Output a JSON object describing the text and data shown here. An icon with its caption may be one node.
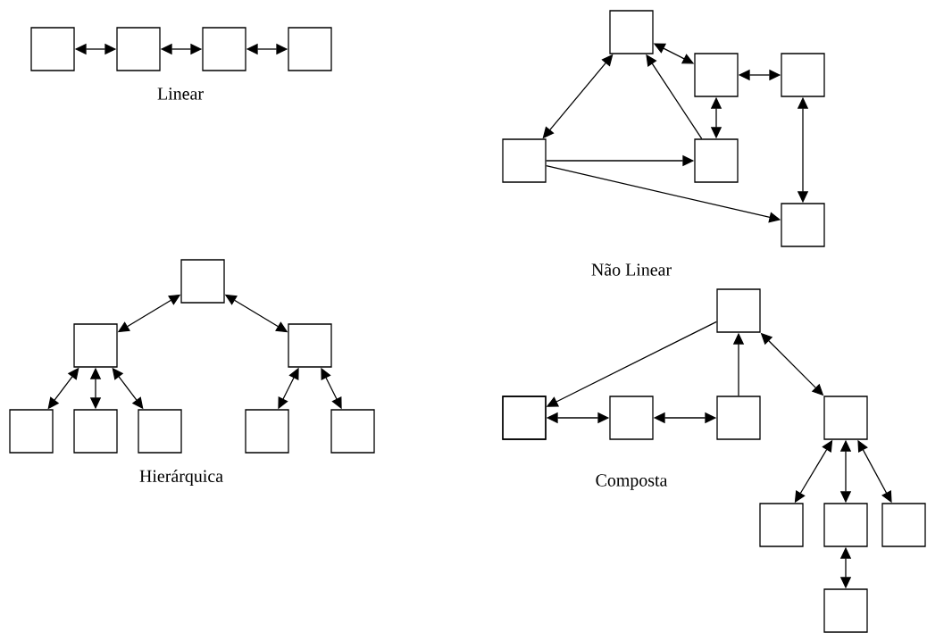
{
  "diagram": {
    "nodes": [
      {
        "text": [],
        "shape": "box"
      },
      {
        "text": [],
        "shape": "box"
      },
      {
        "text": [],
        "shape": "box"
      },
      {
        "text": [],
        "shape": "box"
      },
      {
        "text": [],
        "shape": "box"
      },
      {
        "text": [],
        "shape": "box"
      },
      {
        "text": [],
        "shape": "box"
      },
      {
        "text": [],
        "shape": "box"
      },
      {
        "text": [],
        "shape": "box"
      },
      {
        "text": [],
        "shape": "box"
      },
      {
        "text": [],
        "shape": "box"
      },
      {
        "text": [],
        "shape": "box"
      },
      {
        "text": [],
        "shape": "box"
      },
      {
        "text": [],
        "shape": "box"
      },
      {
        "text": [],
        "shape": "box"
      },
      {
        "text": [],
        "shape": "box"
      },
      {
        "text": [],
        "shape": "box"
      },
      {
        "text": [],
        "shape": "box"
      },
      {
        "text": [],
        "shape": "box"
      },
      {
        "text": [],
        "shape": "box"
      },
      {
        "text": [],
        "shape": "box"
      },
      {
        "text": [],
        "shape": "box"
      },
      {
        "text": [],
        "shape": "box"
      },
      {
        "text": [],
        "shape": "box"
      },
      {
        "text": [],
        "shape": "box"
      },
      {
        "text": [],
        "shape": "box"
      },
      {
        "text": [],
        "shape": "box"
      },
      {
        "text": [],
        "shape": "box"
      }
    ],
    "edges": [
      {
        "from": 0,
        "to": 1,
        "arrow": "both"
      },
      {
        "from": 1,
        "to": 2,
        "arrow": "both"
      },
      {
        "from": 2,
        "to": 3,
        "arrow": "both"
      },
      {
        "from": 4,
        "to": 7,
        "arrow": "both"
      },
      {
        "from": 8,
        "to": 4,
        "arrow": "to"
      },
      {
        "from": 4,
        "to": 5,
        "arrow": "both"
      },
      {
        "from": 5,
        "to": 6,
        "arrow": "both"
      },
      {
        "from": 5,
        "to": 8,
        "arrow": "both"
      },
      {
        "from": 6,
        "to": 9,
        "arrow": "both"
      },
      {
        "from": 7,
        "to": 8,
        "arrow": "to"
      },
      {
        "from": 7,
        "to": 9,
        "arrow": "to"
      },
      {
        "from": 10,
        "to": 11,
        "arrow": "both"
      },
      {
        "from": 10,
        "to": 12,
        "arrow": "both"
      },
      {
        "from": 11,
        "to": 13,
        "arrow": "both"
      },
      {
        "from": 11,
        "to": 14,
        "arrow": "both"
      },
      {
        "from": 11,
        "to": 15,
        "arrow": "both"
      },
      {
        "from": 12,
        "to": 16,
        "arrow": "both"
      },
      {
        "from": 12,
        "to": 17,
        "arrow": "both"
      },
      {
        "from": 18,
        "to": 19,
        "arrow": "to"
      },
      {
        "from": 19,
        "to": 20,
        "arrow": "both"
      },
      {
        "from": 20,
        "to": 21,
        "arrow": "both"
      },
      {
        "from": 21,
        "to": 18,
        "arrow": "to"
      },
      {
        "from": 18,
        "to": 22,
        "arrow": "both"
      },
      {
        "from": 22,
        "to": 23,
        "arrow": "both"
      },
      {
        "from": 22,
        "to": 24,
        "arrow": "both"
      },
      {
        "from": 22,
        "to": 25,
        "arrow": "both"
      },
      {
        "from": 24,
        "to": 26,
        "arrow": "both"
      }
    ],
    "labels": [
      "Linear",
      "Não Linear",
      "Hierárquica",
      "Composta"
    ]
  }
}
